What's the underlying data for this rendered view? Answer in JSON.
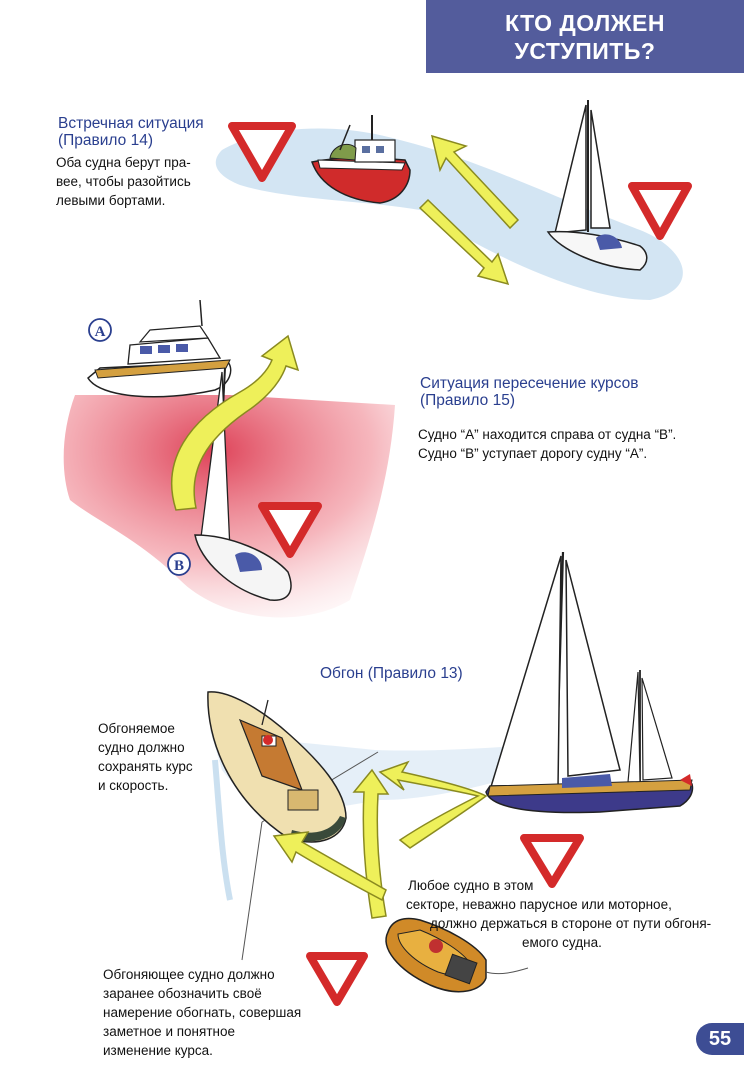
{
  "header": {
    "title_line1": "КТО ДОЛЖЕН",
    "title_line2": "УСТУПИТЬ?"
  },
  "head_on": {
    "title_line1": "Встречная ситуация",
    "title_line2": "(Правило 14)",
    "text": [
      "Оба судна берут пра-",
      "вее, чтобы разойтись",
      "левыми бортами."
    ]
  },
  "crossing": {
    "title_line1": "Ситуация пересечение курсов",
    "title_line2": "(Правило 15)",
    "text": [
      "Судно “A” находится справа от судна “B”.",
      "Судно “B” уступает дорогу судну “A”."
    ],
    "label_a": "A",
    "label_b": "B"
  },
  "overtaking": {
    "title": "Обгон (Правило 13)",
    "overtaken_text": [
      "Обгоняемое",
      "судно должно",
      "сохранять курс",
      "и скорость."
    ],
    "sector_text": [
      "Любое судно в этом",
      "секторе, неважно парусное или моторное,",
      "должно держаться в стороне от пути обгоня-",
      "емого судна."
    ],
    "overtaking_text": [
      "Обгоняющее судно должно",
      "заранее обозначить своё",
      "намерение обогнать, совершая",
      "заметное и понятное",
      "изменение курса."
    ]
  },
  "page_number": "55",
  "colors": {
    "header_bg": "#535c9c",
    "title_blue": "#2a3f8f",
    "yield_red": "#d42a2a",
    "arrow_yellow": "#eef05a",
    "water_blue": "#b9d6ec",
    "sector_red": "#e8606a"
  }
}
